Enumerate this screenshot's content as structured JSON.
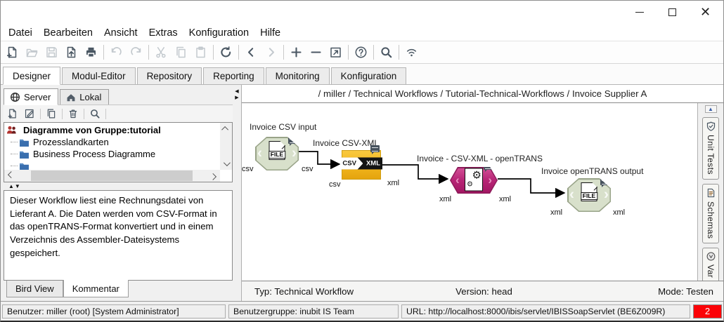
{
  "window": {
    "controls": [
      "minimize",
      "maximize",
      "close"
    ]
  },
  "menu": {
    "items": [
      "Datei",
      "Bearbeiten",
      "Ansicht",
      "Extras",
      "Konfiguration",
      "Hilfe"
    ]
  },
  "toolbar": {
    "icons": [
      "new-file",
      "open-folder",
      "save",
      "publish",
      "print",
      "undo",
      "redo",
      "cut",
      "copy",
      "paste",
      "refresh",
      "nav-back",
      "nav-forward",
      "zoom-in",
      "zoom-out",
      "fit-view",
      "help",
      "search",
      "connection"
    ]
  },
  "main_tabs": {
    "active": "Designer",
    "items": [
      "Designer",
      "Modul-Editor",
      "Repository",
      "Reporting",
      "Monitoring",
      "Konfiguration"
    ]
  },
  "left_panel": {
    "tabs": {
      "active": "Server",
      "items": [
        "Server",
        "Lokal"
      ]
    },
    "toolbar_icons": [
      "new-diagram",
      "edit-diagram",
      "copy-diagram",
      "delete-diagram",
      "search-diagram"
    ],
    "tree": {
      "root": "Diagramme von Gruppe:tutorial",
      "items": [
        "Prozesslandkarten",
        "Business Process Diagramme"
      ]
    },
    "comment": "Dieser Workflow liest eine Rechnungsdatei von Lieferant A. Die Daten werden vom CSV-Format in das openTRANS-Format konvertiert und in einem Verzeichnis des Assembler-Dateisystems gespeichert.",
    "bottom_tabs": {
      "active": "Kommentar",
      "items": [
        "Bird View",
        "Kommentar"
      ]
    }
  },
  "canvas": {
    "breadcrumb": "/ miller / Technical Workflows / Tutorial-Technical-Workflows / Invoice Supplier A",
    "nodes": [
      {
        "title": "Invoice CSV input",
        "type": "file-connector",
        "file_label": "FILE",
        "port_in": "csv",
        "port_out": "csv"
      },
      {
        "title": "Invoice CSV-XML",
        "type": "format-converter",
        "banner_left": "CSV",
        "banner_right": "XML",
        "port_in": "csv",
        "port_out": "xml"
      },
      {
        "title": "Invoice - CSV-XML - openTRANS",
        "type": "xslt-transformer",
        "port_in": "xml",
        "port_out": "xml"
      },
      {
        "title": "Invoice openTRANS output",
        "type": "file-connector",
        "file_label": "FILE",
        "port_in": "xml",
        "port_out": "xml"
      }
    ],
    "side_tabs": [
      {
        "label": "Unit Tests",
        "icon": "shield-check"
      },
      {
        "label": "Schemas",
        "icon": "document"
      },
      {
        "label": "Var",
        "icon": "variable-circle"
      }
    ],
    "footer": {
      "typ": "Typ: Technical Workflow",
      "version": "Version: head",
      "mode": "Mode: Testen"
    }
  },
  "status_bar": {
    "user": "Benutzer: miller (root) [System Administrator]",
    "group": "Benutzergruppe: inubit IS Team",
    "url": "URL: http://localhost:8000/ibis/servlet/IBISSoapServlet (BE6Z009R)",
    "badge_count": "2"
  },
  "colors": {
    "node_file_fill": "#d8e0cb",
    "node_converter_fill": "#f1b51c",
    "node_transformer_fill": "#b72576",
    "badge_red": "#fb0207",
    "icon_enabled": "#4a5763",
    "icon_disabled": "#c3c9ce"
  }
}
